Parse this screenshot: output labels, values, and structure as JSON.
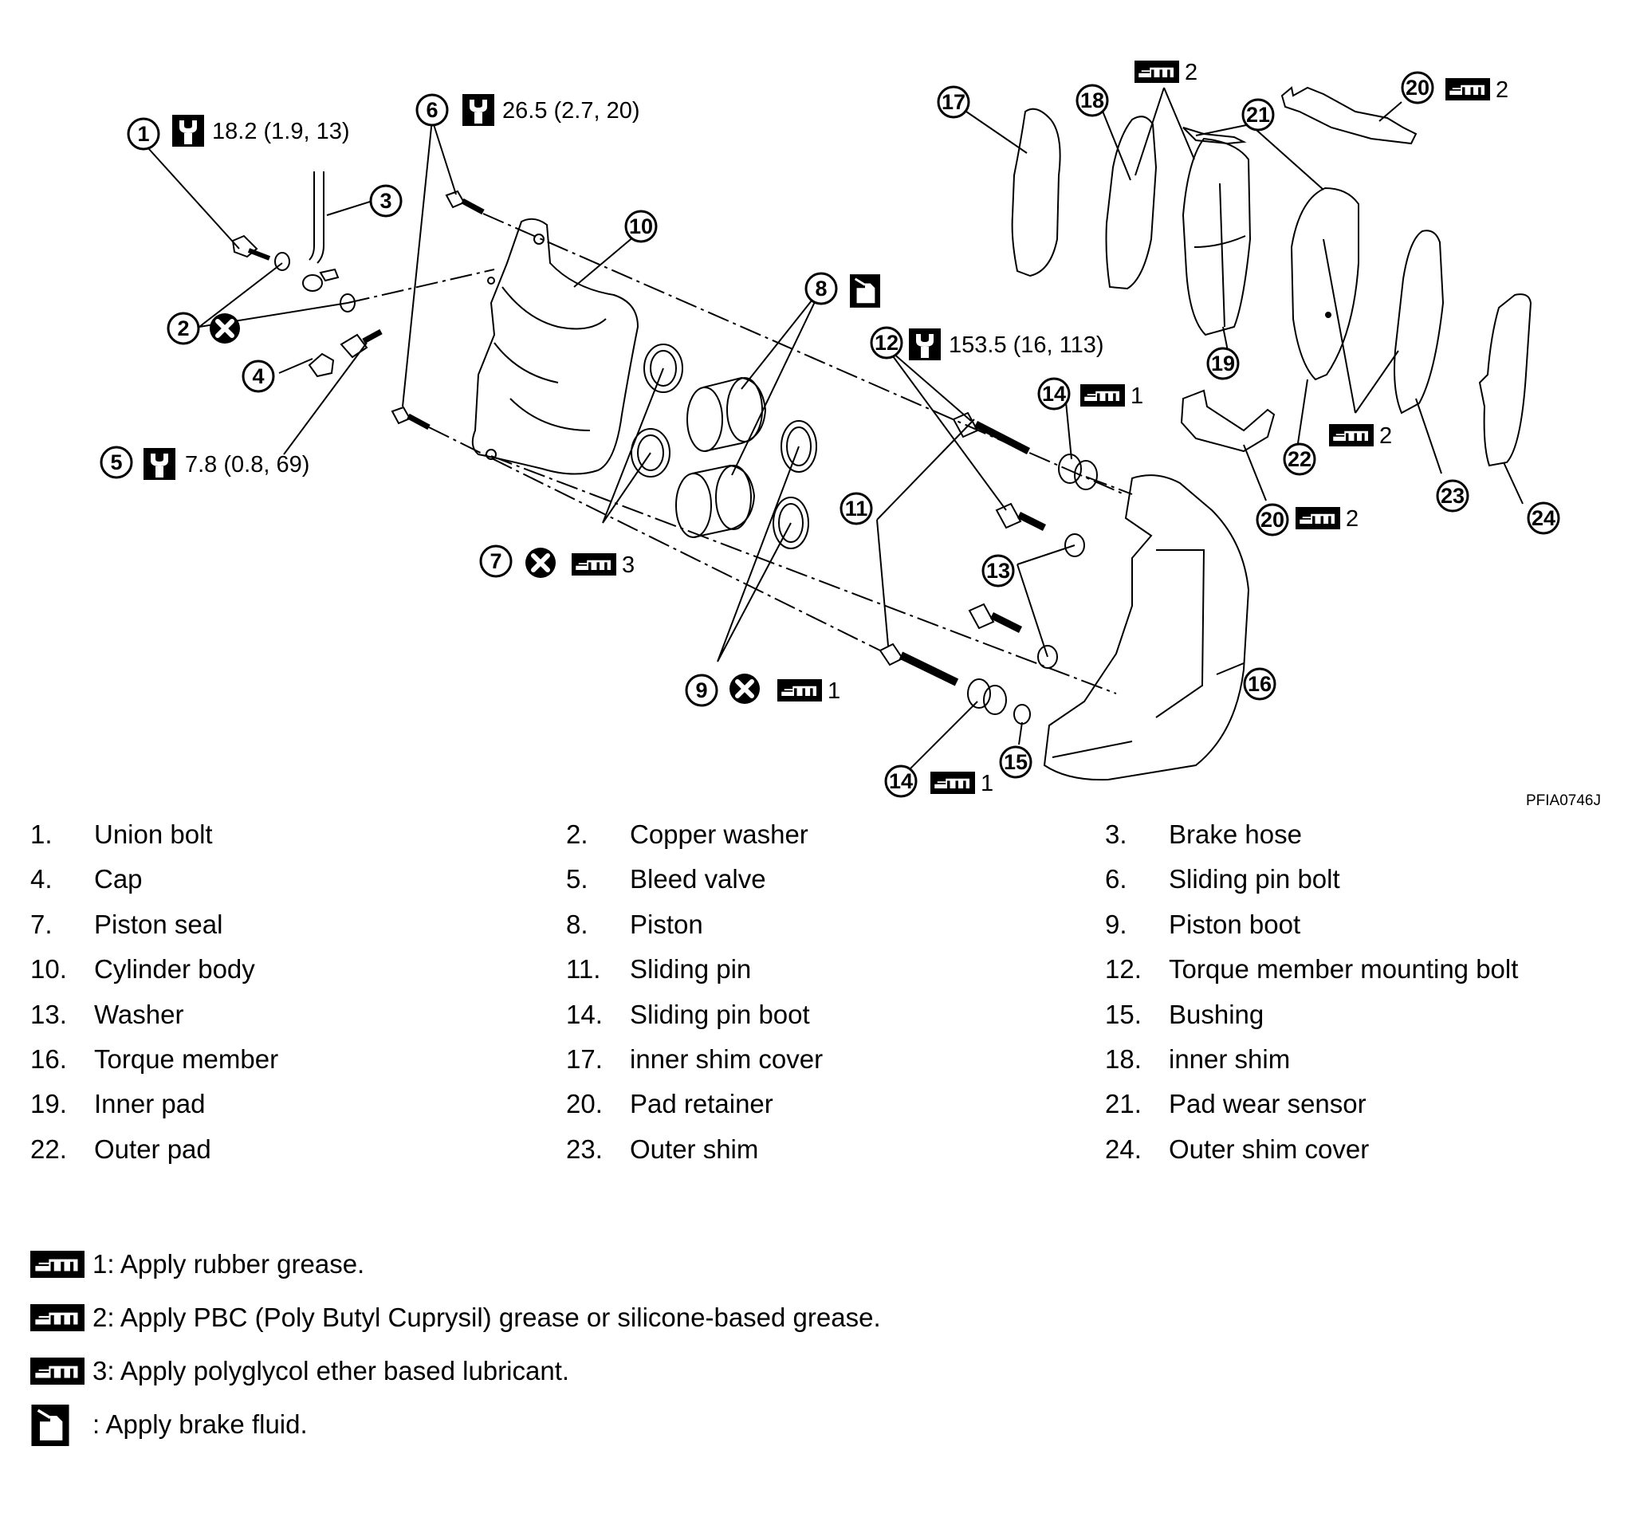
{
  "diagram": {
    "figure_id": "PFIA0746J",
    "callouts": {
      "c1": "18.2 (1.9, 13)",
      "c5": "7.8 (0.8, 69)",
      "c6": "26.5 (2.7, 20)",
      "c12": "153.5 (16, 113)",
      "g_top": "2",
      "g20top": "2",
      "g22": "2",
      "g20low": "2",
      "g14a": "1",
      "g14b": "1",
      "g7": "3",
      "g9": "1"
    },
    "icons": [
      "torque-wrench-icon",
      "do-not-reuse-icon",
      "grease-icon",
      "brake-fluid-icon"
    ]
  },
  "parts": [
    {
      "num": "1.",
      "label": "Union bolt"
    },
    {
      "num": "2.",
      "label": "Copper washer"
    },
    {
      "num": "3.",
      "label": "Brake hose"
    },
    {
      "num": "4.",
      "label": "Cap"
    },
    {
      "num": "5.",
      "label": "Bleed valve"
    },
    {
      "num": "6.",
      "label": "Sliding pin bolt"
    },
    {
      "num": "7.",
      "label": "Piston seal"
    },
    {
      "num": "8.",
      "label": "Piston"
    },
    {
      "num": "9.",
      "label": "Piston boot"
    },
    {
      "num": "10.",
      "label": "Cylinder body"
    },
    {
      "num": "11.",
      "label": "Sliding pin"
    },
    {
      "num": "12.",
      "label": "Torque member mounting bolt"
    },
    {
      "num": "13.",
      "label": "Washer"
    },
    {
      "num": "14.",
      "label": "Sliding pin boot"
    },
    {
      "num": "15.",
      "label": "Bushing"
    },
    {
      "num": "16.",
      "label": "Torque member"
    },
    {
      "num": "17.",
      "label": "inner shim cover"
    },
    {
      "num": "18.",
      "label": "inner shim"
    },
    {
      "num": "19.",
      "label": "Inner pad"
    },
    {
      "num": "20.",
      "label": "Pad retainer"
    },
    {
      "num": "21.",
      "label": "Pad wear sensor"
    },
    {
      "num": "22.",
      "label": "Outer pad"
    },
    {
      "num": "23.",
      "label": "Outer shim"
    },
    {
      "num": "24.",
      "label": "Outer shim cover"
    }
  ],
  "notes": [
    {
      "icon": "grease-icon",
      "text": "1: Apply rubber grease."
    },
    {
      "icon": "grease-icon",
      "text": "2: Apply PBC (Poly Butyl Cuprysil) grease or silicone-based grease."
    },
    {
      "icon": "grease-icon",
      "text": "3: Apply polyglycol ether based lubricant."
    },
    {
      "icon": "brake-fluid-icon",
      "text": ": Apply brake fluid."
    }
  ]
}
